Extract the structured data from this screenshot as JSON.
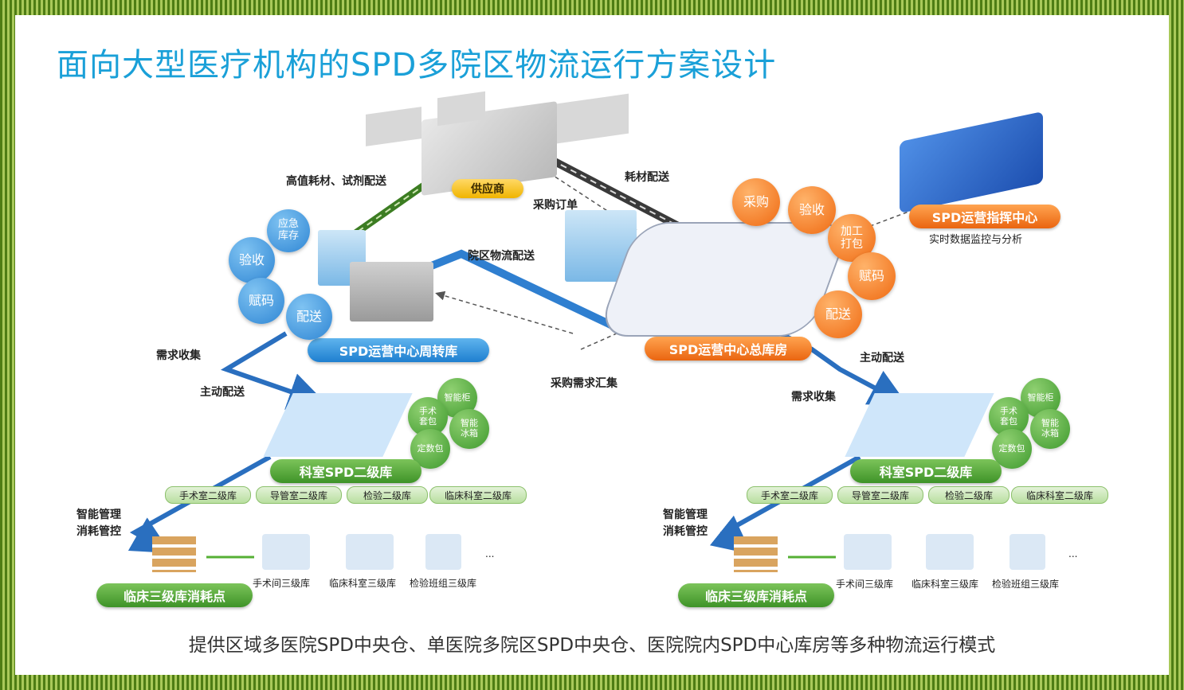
{
  "title": "面向大型医疗机构的SPD多院区物流运行方案设计",
  "footer": "提供区域多医院SPD中央仓、单医院多院区SPD中央仓、医院院内SPD中心库房等多种物流运行模式",
  "supplier": {
    "label": "供应商"
  },
  "center_command": {
    "label": "SPD运营指挥中心",
    "sub": "实时数据监控与分析"
  },
  "turnover_store": "SPD运营中心周转库",
  "main_store": "SPD运营中心总库房",
  "flow_labels": {
    "high_value": "高值耗材、试剂配送",
    "consumables": "耗材配送",
    "purchase_order": "采购订单",
    "campus_delivery": "院区物流配送",
    "purchase_summary": "采购需求汇集"
  },
  "left_circles": [
    "应急库存",
    "验收",
    "赋码",
    "配送"
  ],
  "right_circles": [
    "采购",
    "验收",
    "加工打包",
    "赋码",
    "配送"
  ],
  "left_section": {
    "demand_collect": "需求收集",
    "active_delivery": "主动配送",
    "green_circles": [
      "智能柜",
      "手术套包",
      "智能冰箱",
      "定数包"
    ],
    "secondary_store": "科室SPD二级库",
    "sub_stores": [
      "手术室二级库",
      "导管室二级库",
      "检验二级库",
      "临床科室二级库"
    ],
    "mgmt": "智能管理",
    "control": "消耗管控",
    "tertiary": "临床三级库消耗点",
    "tertiary_items": [
      "手术间三级库",
      "临床科室三级库",
      "检验班组三级库"
    ],
    "ellipsis": "..."
  },
  "right_section": {
    "demand_collect": "需求收集",
    "active_delivery": "主动配送",
    "green_circles": [
      "智能柜",
      "手术套包",
      "智能冰箱",
      "定数包"
    ],
    "secondary_store": "科室SPD二级库",
    "sub_stores": [
      "手术室二级库",
      "导管室二级库",
      "检验二级库",
      "临床科室二级库"
    ],
    "mgmt": "智能管理",
    "control": "消耗管控",
    "tertiary": "临床三级库消耗点",
    "tertiary_items": [
      "手术间三级库",
      "临床科室三级库",
      "检验班组三级库"
    ],
    "ellipsis": "..."
  },
  "colors": {
    "title": "#1aa0d8",
    "blue": "#2f86d4",
    "orange": "#ef6a12",
    "green": "#3f9a2e",
    "road_dark": "#3a3a3a"
  }
}
